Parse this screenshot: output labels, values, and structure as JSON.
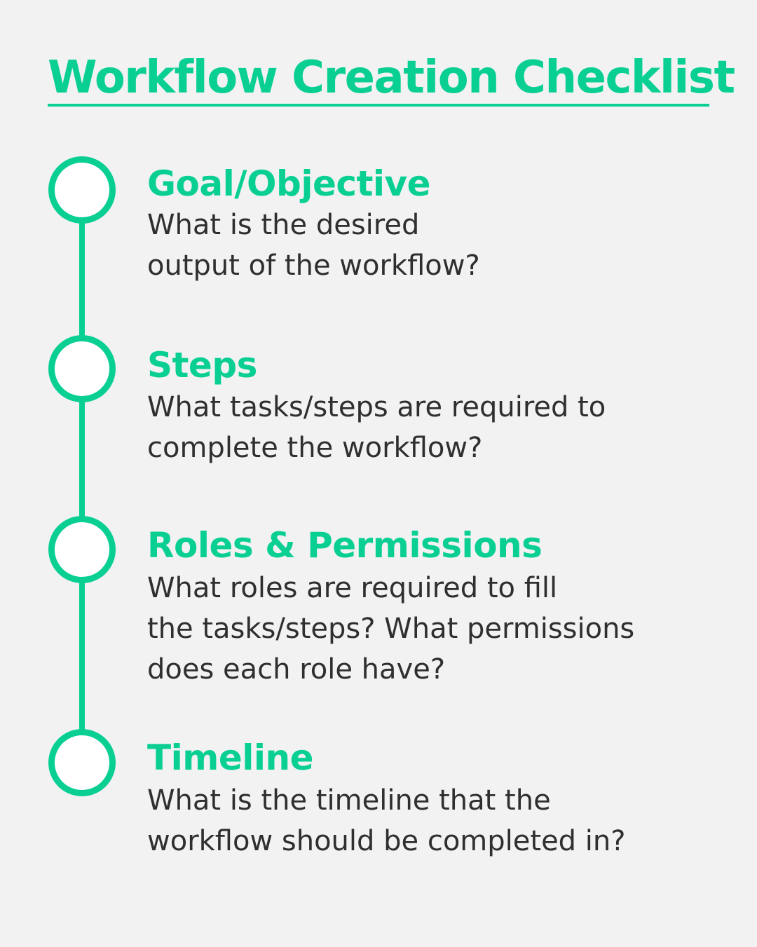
{
  "title": "Workflow Creation Checklist",
  "accent_color": "#09cf93",
  "text_color": "#2f2f2f",
  "background_color": "#f2f2f2",
  "node_icon": "circle-node-icon",
  "steps": [
    {
      "title": "Goal/Objective",
      "lines": [
        "What is the desired",
        "output of the workflow?"
      ]
    },
    {
      "title": "Steps",
      "lines": [
        "What tasks/steps are required to",
        "complete the workflow?"
      ]
    },
    {
      "title": "Roles & Permissions",
      "lines": [
        "What roles are required to fill",
        "the tasks/steps? What permissions",
        "does each role have?"
      ]
    },
    {
      "title": "Timeline",
      "lines": [
        "What is the timeline that the",
        "workflow should be completed in?"
      ]
    }
  ]
}
